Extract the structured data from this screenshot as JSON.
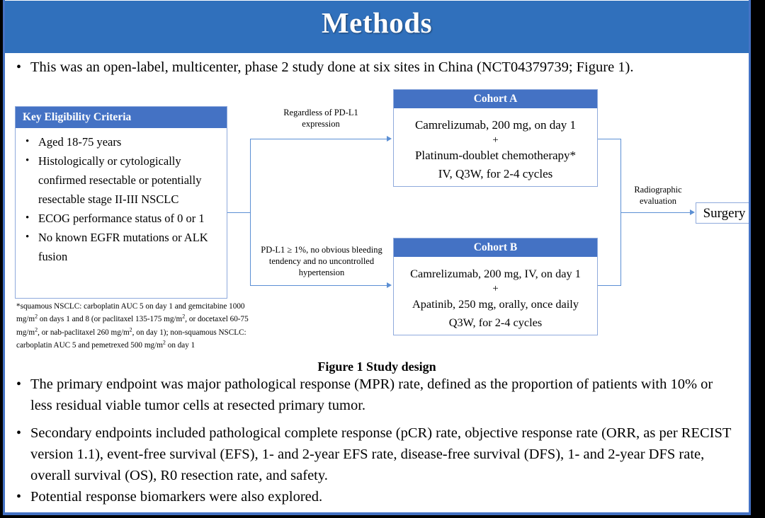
{
  "slide": {
    "title": "Methods",
    "accent_title_bar": "#3070BC",
    "accent_box_header": "#4472C4",
    "accent_border": "#8FAADC"
  },
  "intro_bullet": "This was an open-label, multicenter, phase 2 study done at six sites in China (NCT04379739; Figure 1).",
  "figure": {
    "caption": "Figure 1 Study design",
    "eligibility": {
      "header": "Key  Eligibility Criteria",
      "items": [
        "Aged 18-75 years",
        "Histologically or cytologically confirmed resectable or potentially resectable stage II-III  NSCLC",
        "ECOG performance status of 0 or 1",
        "No known EGFR mutations or ALK fusion"
      ]
    },
    "footnote": "*squamous NSCLC: carboplatin AUC 5 on day 1 and gemcitabine 1000 mg/m2 on days 1 and 8 (or paclitaxel 135-175 mg/m2, or docetaxel 60-75 mg/m2, or nab-paclitaxel 260 mg/m2, on day 1); non-squamous NSCLC: carboplatin AUC 5 and pemetrexed 500 mg/m2 on day 1",
    "arrow_label_top": "Regardless of PD-L1 expression",
    "arrow_label_bottom": "PD-L1 ≥ 1%, no obvious bleeding tendency and no uncontrolled hypertension",
    "arrow_label_right": "Radiographic evaluation",
    "cohort_a": {
      "header": "Cohort A",
      "line1": "Camrelizumab, 200 mg, on day 1",
      "plus": "+",
      "line2": "Platinum-doublet chemotherapy*",
      "line3": "IV, Q3W, for 2-4 cycles"
    },
    "cohort_b": {
      "header": "Cohort B",
      "line1": "Camrelizumab, 200 mg, IV, on day 1",
      "plus": "+",
      "line2": "Apatinib, 250 mg, orally, once daily",
      "line3": "Q3W, for 2-4 cycles"
    },
    "surgery": "Surgery"
  },
  "endpoint_bullets": [
    "The primary endpoint was major pathological response (MPR) rate, defined as the proportion of patients with 10% or less residual viable tumor cells at resected primary tumor.",
    "Secondary endpoints included pathological complete response (pCR) rate, objective response rate (ORR, as per RECIST version 1.1), event-free survival (EFS), 1- and 2-year EFS rate, disease-free survival (DFS), 1- and 2-year DFS rate, overall survival (OS), R0 resection rate, and safety.",
    "Potential response biomarkers were also explored."
  ],
  "bullet_glyph": "•"
}
